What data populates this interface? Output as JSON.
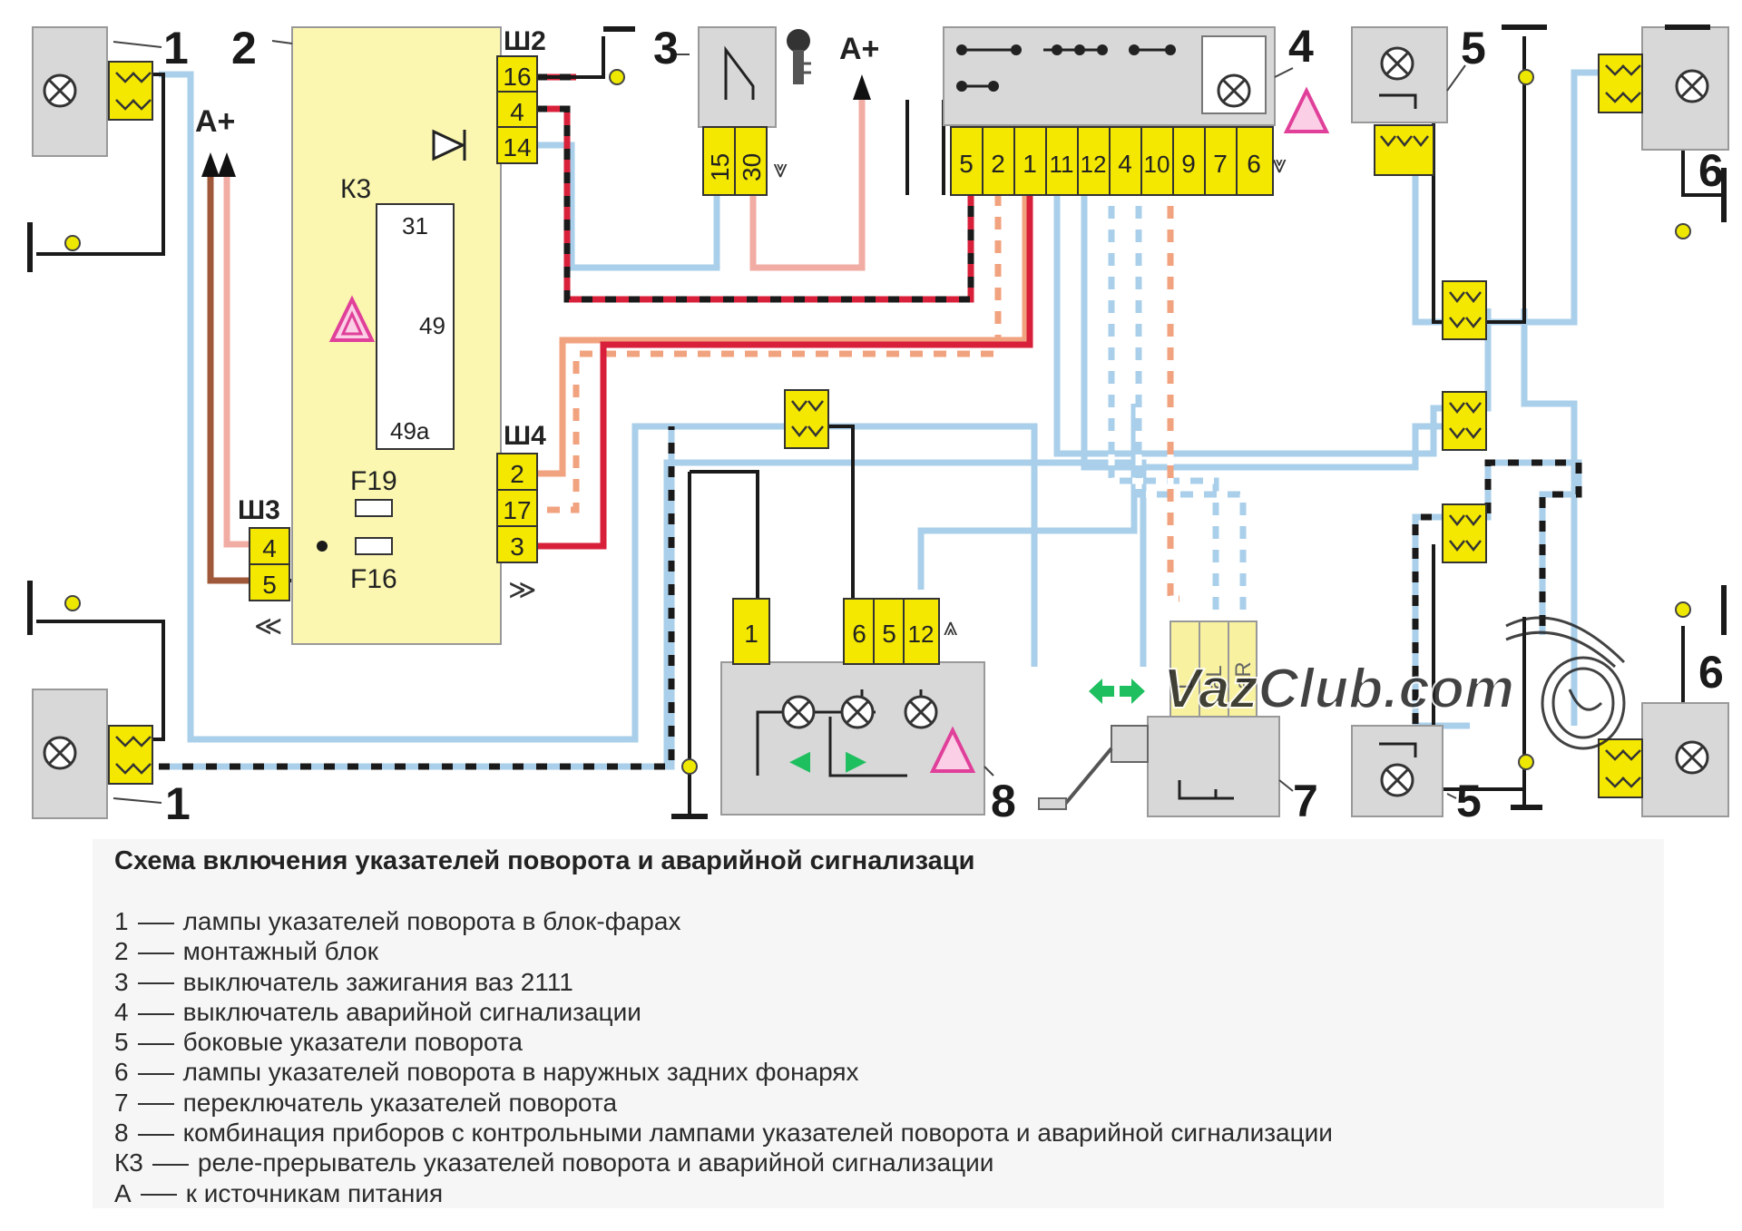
{
  "diagram": {
    "callouts": [
      "1",
      "2",
      "3",
      "4",
      "5",
      "6",
      "7",
      "8"
    ],
    "block_labels": {
      "relay": "К3",
      "sh2": "Ш2",
      "sh3": "Ш3",
      "sh4": "Ш4",
      "fuse_f19": "F19",
      "fuse_f16": "F16",
      "relay_31": "31",
      "relay_49": "49",
      "relay_49a": "49а",
      "supply_a_plus": "А+"
    },
    "pins": {
      "sh2": [
        "16",
        "4",
        "14"
      ],
      "sh3": [
        "4",
        "5"
      ],
      "sh4": [
        "2",
        "17",
        "3"
      ],
      "ignition": [
        "15",
        "30"
      ],
      "hazard_switch": [
        "5",
        "2",
        "1",
        "11",
        "12",
        "4",
        "10",
        "9",
        "7",
        "6"
      ],
      "cluster": [
        "1",
        "6",
        "5",
        "12"
      ],
      "stalk": [
        "L",
        "aL",
        "aR"
      ]
    },
    "watermark": "VazClub.com",
    "colors": {
      "wire_blue": "#a9cfea",
      "wire_red": "#d8203a",
      "wire_pink": "#f1aca4",
      "wire_orange": "#f1a27e",
      "wire_brown": "#a0583a",
      "wire_black": "#1a1a1a",
      "connector_yellow": "#f4e800",
      "block_yellow": "#fbf7b0",
      "component_gray": "#d8d8d8",
      "ground_dot": "#eee800",
      "indicator_green": "#1dbf5f",
      "hazard_magenta": "#e0409a"
    }
  },
  "legend": {
    "title": "Схема включения указателей поворота и аварийной сигнализаци",
    "items": [
      {
        "key": "1",
        "text": "лампы указателей поворота в блок-фарах"
      },
      {
        "key": "2",
        "text": "монтажный блок"
      },
      {
        "key": "3",
        "text": "выключатель зажигания ваз 2111"
      },
      {
        "key": "4",
        "text": "выключатель аварийной сигнализации"
      },
      {
        "key": "5",
        "text": "боковые указатели поворота"
      },
      {
        "key": "6",
        "text": "лампы указателей поворота в наружных задних фонарях"
      },
      {
        "key": "7",
        "text": "переключатель указателей поворота"
      },
      {
        "key": "8",
        "text": "комбинация приборов с контрольными лампами указателей поворота и аварийной сигнализации"
      },
      {
        "key": "К3",
        "text": "реле-прерыватель указателей поворота и аварийной сигнализации"
      },
      {
        "key": "А",
        "text": "к источникам питания"
      }
    ]
  }
}
